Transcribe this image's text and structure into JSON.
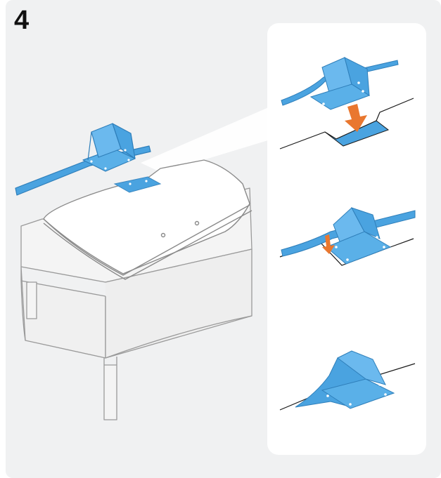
{
  "step": {
    "number": "4"
  },
  "colors": {
    "panel_background": "#f0f1f2",
    "detail_card": "#ffffff",
    "stand_blue": "#4aa3e0",
    "stand_blue_light": "#6bb9ee",
    "arrow_orange": "#e9772f",
    "line_art": "#9a9a9a"
  },
  "illustration": {
    "main_scene": "tv-on-table-with-stand",
    "detail_steps": [
      "align-stand-over-slot",
      "lower-stand-into-slot",
      "stand-attached"
    ]
  }
}
